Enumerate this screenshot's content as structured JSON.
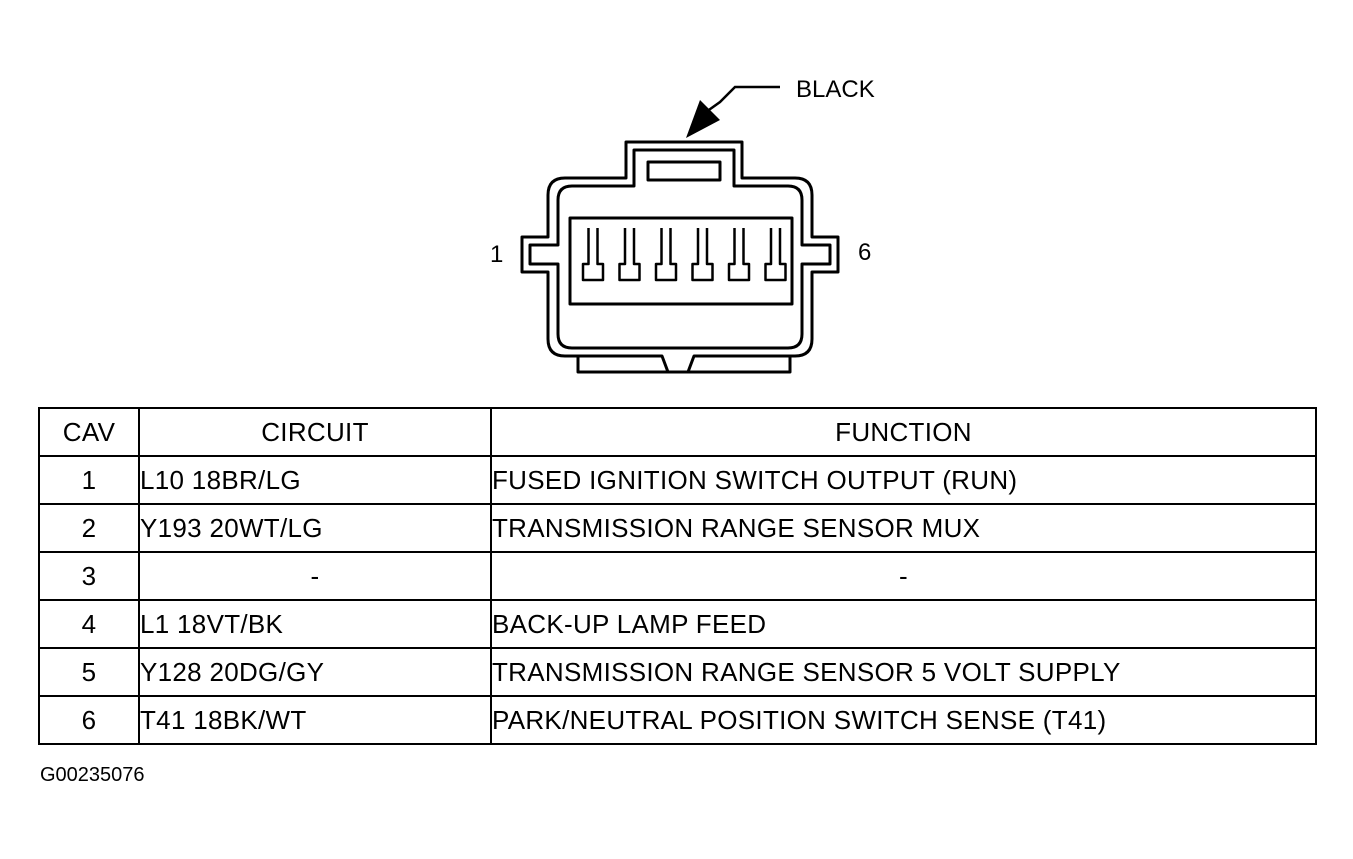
{
  "diagram": {
    "color_label": "BLACK",
    "pin_first": "1",
    "pin_last": "6",
    "terminal_count": 6
  },
  "table": {
    "headers": {
      "cav": "CAV",
      "circuit": "CIRCUIT",
      "function": "FUNCTION"
    },
    "rows": [
      {
        "cav": "1",
        "circuit": "L10 18BR/LG",
        "function": "FUSED IGNITION SWITCH OUTPUT (RUN)"
      },
      {
        "cav": "2",
        "circuit": "Y193 20WT/LG",
        "function": "TRANSMISSION RANGE SENSOR MUX"
      },
      {
        "cav": "3",
        "circuit": "-",
        "function": "-"
      },
      {
        "cav": "4",
        "circuit": "L1 18VT/BK",
        "function": "BACK-UP LAMP FEED"
      },
      {
        "cav": "5",
        "circuit": "Y128 20DG/GY",
        "function": "TRANSMISSION RANGE SENSOR 5 VOLT SUPPLY"
      },
      {
        "cav": "6",
        "circuit": "T41 18BK/WT",
        "function": "PARK/NEUTRAL POSITION SWITCH SENSE (T41)"
      }
    ]
  },
  "figure_id": "G00235076"
}
